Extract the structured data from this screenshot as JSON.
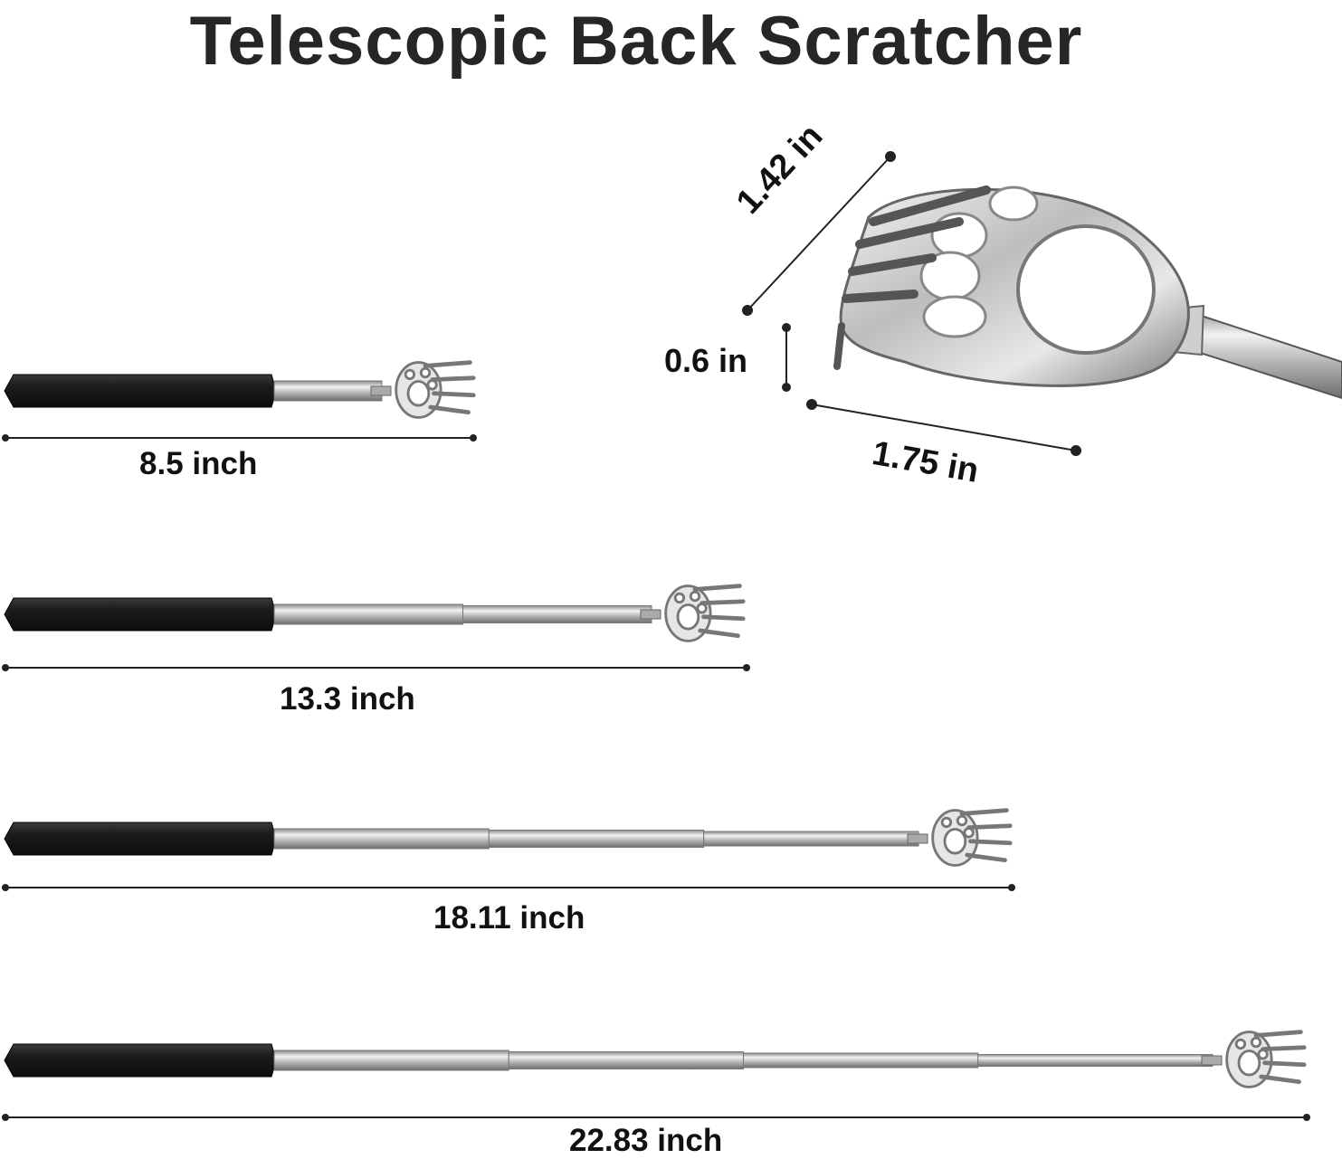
{
  "title": "Telescopic Back Scratcher",
  "lengths": [
    {
      "label": "8.5 inch",
      "sections": 1
    },
    {
      "label": "13.3 inch",
      "sections": 2
    },
    {
      "label": "18.11 inch",
      "sections": 3
    },
    {
      "label": "22.83 inch",
      "sections": 4
    }
  ],
  "claw_dimensions": {
    "width_label": "1.42 in",
    "thickness_label": "0.6 in",
    "length_label": "1.75 in"
  },
  "colors": {
    "handle": "#1e1e1e",
    "metal": "#c9c9c9",
    "line": "#222222",
    "title": "#262626"
  }
}
